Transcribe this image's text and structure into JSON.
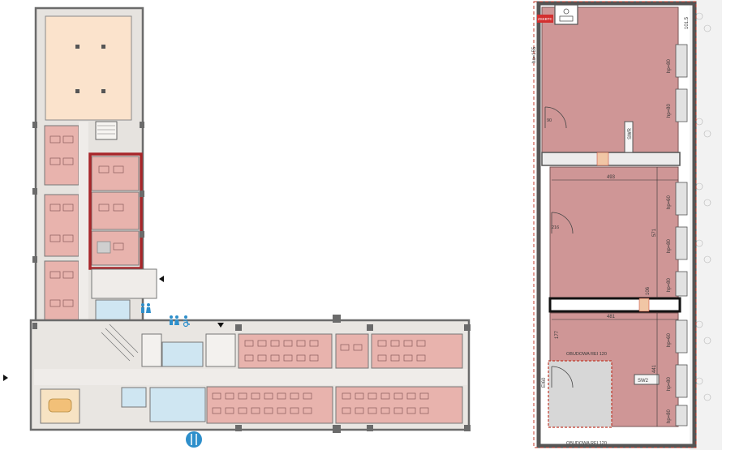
{
  "colors": {
    "office": "#e8b3ad",
    "office_dark": "#d49a98",
    "hall": "#fbe3cc",
    "corridor": "#efece9",
    "service": "#cfe6f2",
    "wall": "#6b6b6b",
    "highlight": "#a8262a",
    "room": "#cf9696",
    "icon_blue": "#2e8fcb",
    "conference": "#f2c078"
  },
  "icons": {
    "restroom_1": "restroom-icon",
    "restroom_2": "restroom-accessible-icon",
    "cafe": "cafe-icon",
    "entrance_west": "entrance-marker-icon",
    "entrance_north": "entrance-marker-icon",
    "entrance_east": "entrance-marker-icon"
  },
  "detail_plan": {
    "sign": "ZSKBTC",
    "dim_top_right": "101.5",
    "dim_left": "ha=155",
    "sill_1": "hp=80",
    "sill_2": "hp=80",
    "sill_3": "hp=60",
    "sill_4": "hp=80",
    "sill_5": "hp=80",
    "sill_6": "hp=60",
    "sill_7": "hp=80",
    "sill_8": "hp=80",
    "swr": "SWR",
    "sw2": "SW2",
    "dim_493": "493",
    "dim_481": "481",
    "dim_571": "571",
    "dim_441": "441",
    "dim_177": "177",
    "dim_106": "106",
    "door_a": "90",
    "door_b": "216",
    "door_c": "EI60",
    "wall_label_1": "OBUDOWA REI 120",
    "wall_label_2": "OBUDOWA REI 120"
  }
}
